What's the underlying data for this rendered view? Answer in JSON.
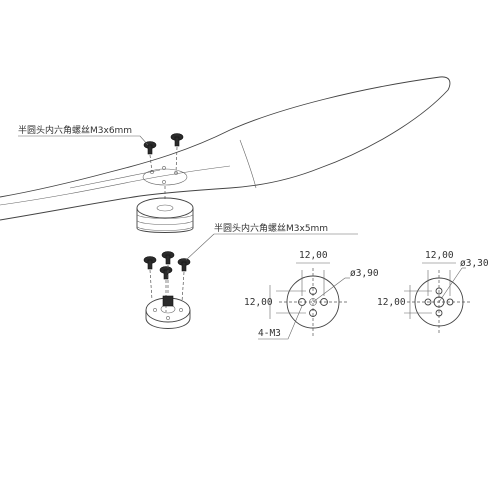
{
  "callouts": {
    "screw_m3x6": "半圆头内六角螺丝M3x6mm",
    "screw_m3x5": "半圆头内六角螺丝M3x5mm"
  },
  "left_view": {
    "dim_top": "12,00",
    "dim_side": "12,00",
    "dim_hole": "ø3,90",
    "thread": "4-M3"
  },
  "right_view": {
    "dim_top": "12,00",
    "dim_side": "12,00",
    "dim_hole": "ø3,30"
  }
}
